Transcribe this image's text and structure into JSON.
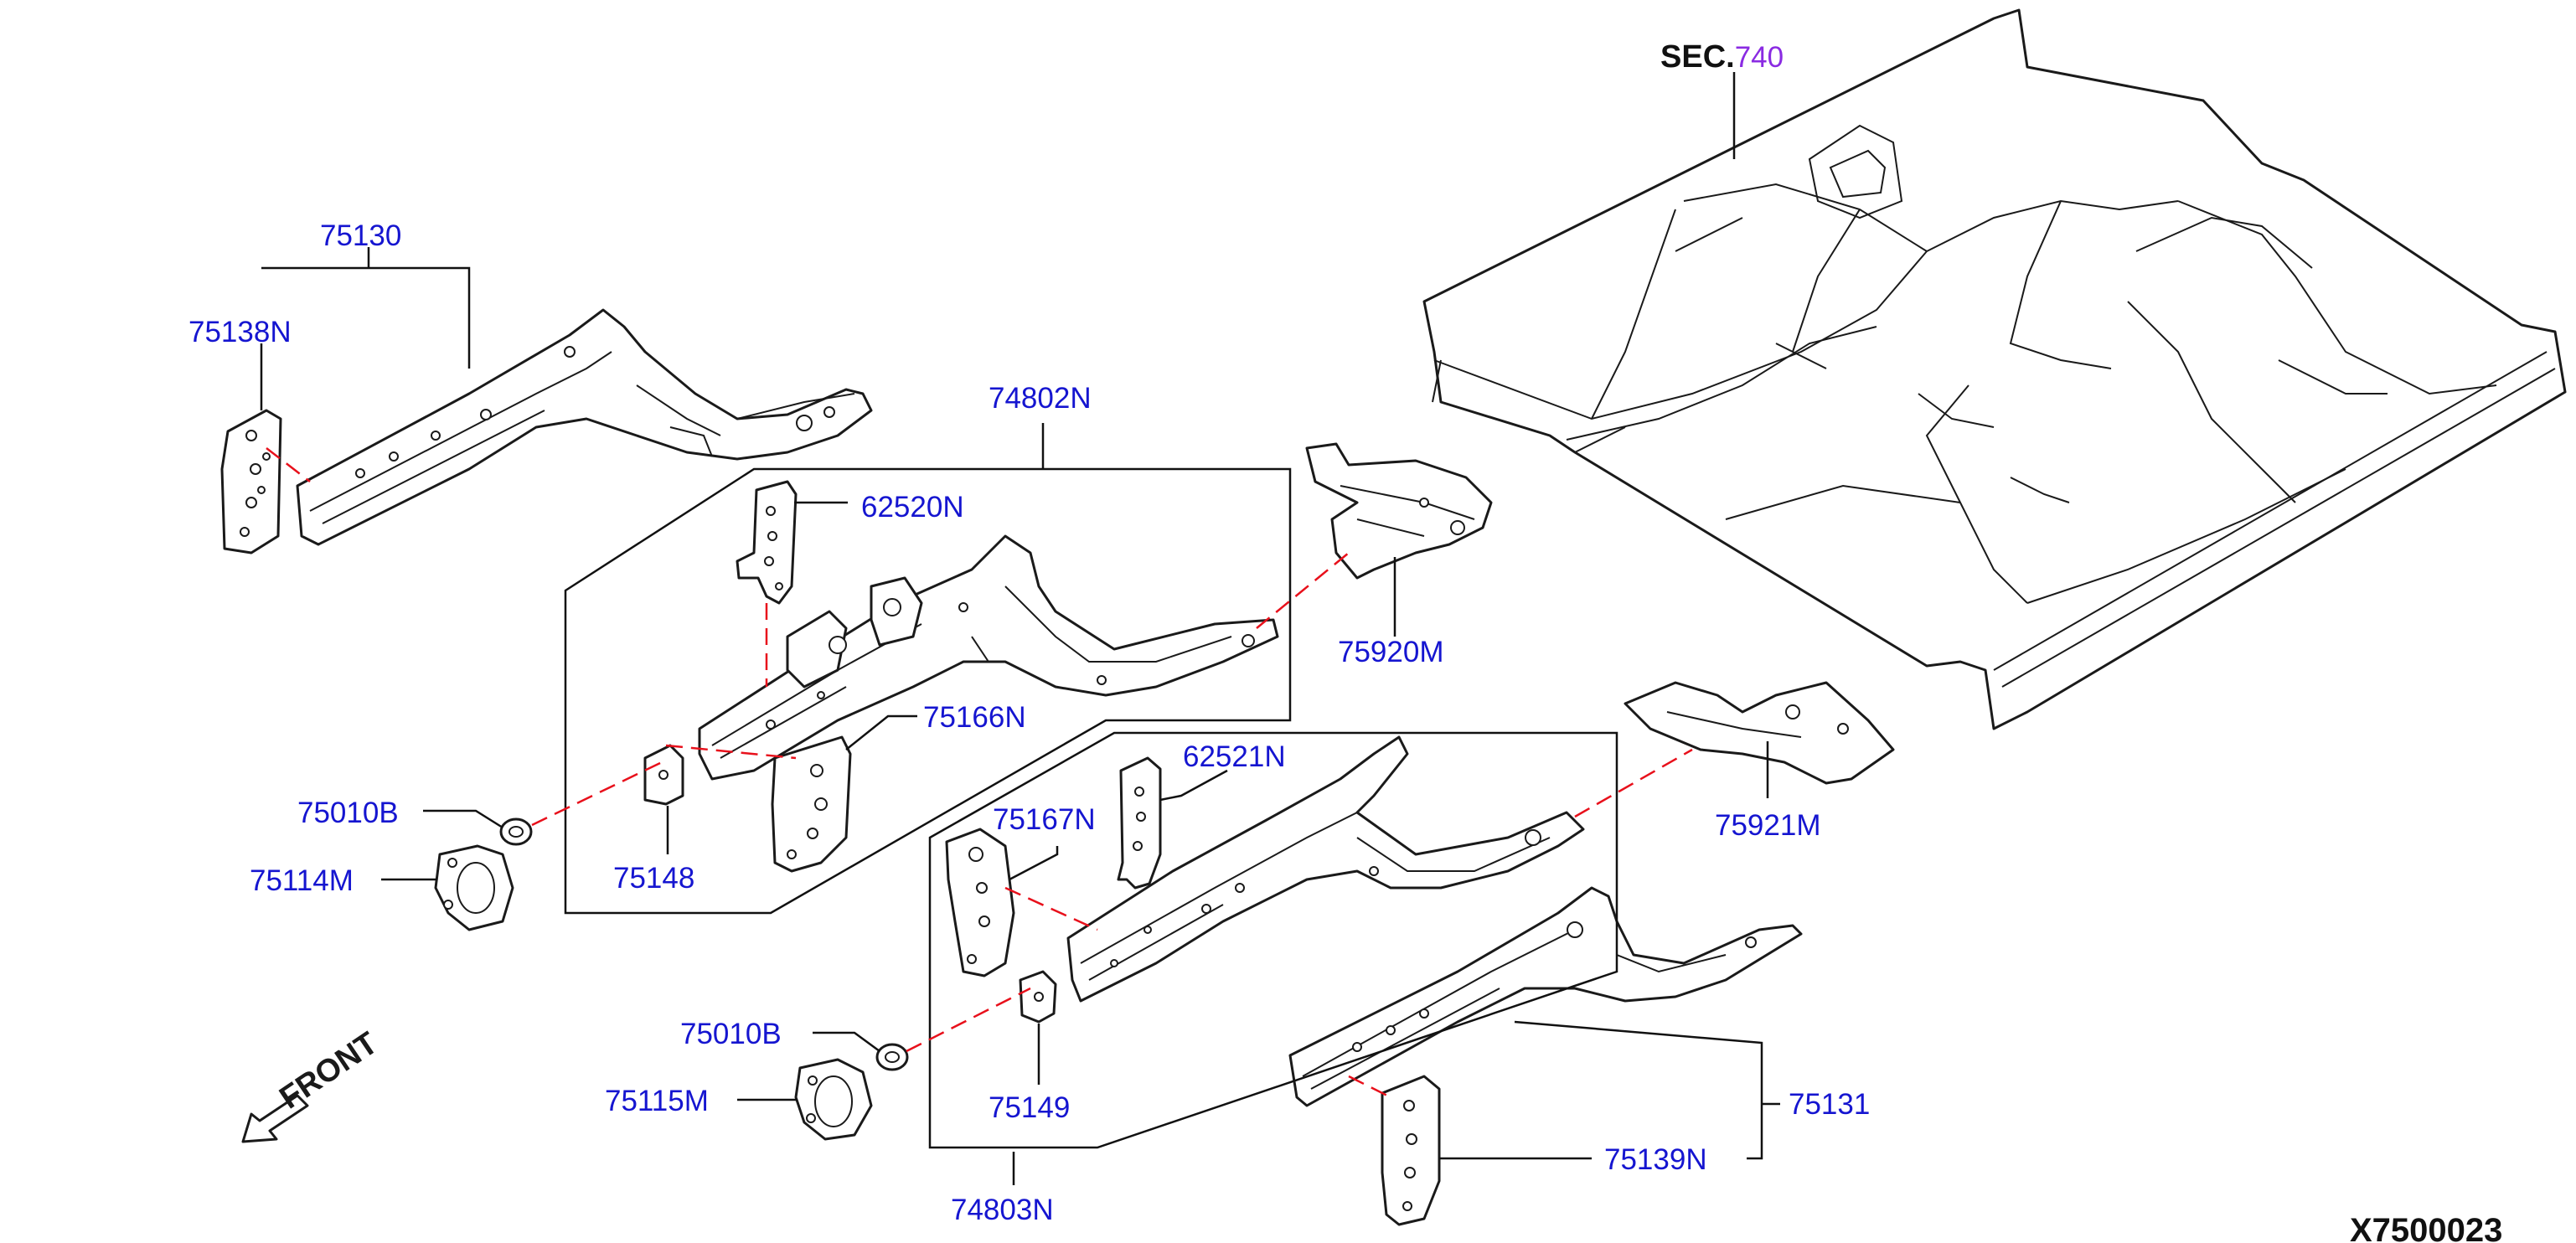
{
  "colors": {
    "callout": "#1515d0",
    "section_ref": "#8a2be2",
    "ghost_line": "#e8101b",
    "linework": "#1a1a1a"
  },
  "section": {
    "prefix": "SEC.",
    "number": "740"
  },
  "callouts": {
    "p75130": "75130",
    "p75138N": "75138N",
    "p74802N": "74802N",
    "p62520N": "62520N",
    "p75920M": "75920M",
    "p75166N": "75166N",
    "p75010B_upper": "75010B",
    "p75114M": "75114M",
    "p75148": "75148",
    "p62521N": "62521N",
    "p75167N": "75167N",
    "p75921M": "75921M",
    "p75010B_lower": "75010B",
    "p75115M": "75115M",
    "p75149": "75149",
    "p75131": "75131",
    "p75139N": "75139N",
    "p74803N": "74803N"
  },
  "front_label": "FRONT",
  "diagram_id": "X7500023"
}
